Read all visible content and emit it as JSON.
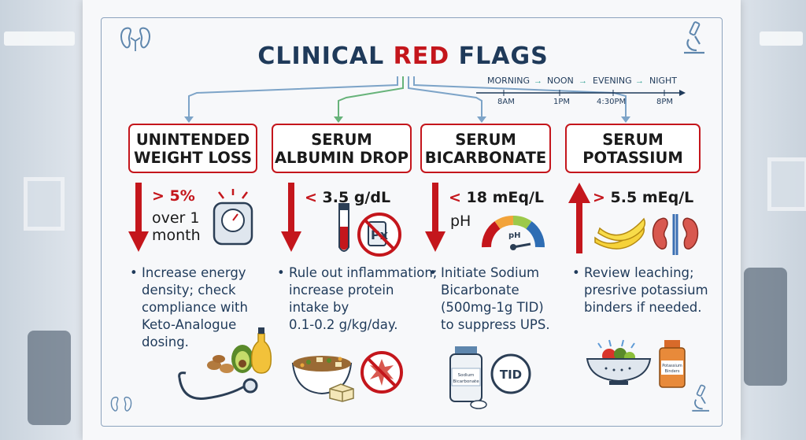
{
  "title": {
    "part1": "CLINICAL ",
    "highlight": "RED",
    "part2": " FLAGS"
  },
  "timeline": {
    "labels": [
      "MORNING",
      "NOON",
      "EVENING",
      "NIGHT"
    ],
    "times": [
      "8AM",
      "1PM",
      "4:30PM",
      "8PM"
    ],
    "arrow_glyph": "→"
  },
  "flags": [
    {
      "heading": "UNINTENDED\nWEIGHT LOSS",
      "direction": "down",
      "threshold_op": "> ",
      "threshold_val": "5%",
      "subtext": "over 1\nmonth",
      "action": "Increase energy\ndensity; check\ncompliance with\nKeto-Analogue\ndosing."
    },
    {
      "heading": "SERUM\nALBUMIN DROP",
      "direction": "down",
      "threshold_op": "< ",
      "threshold_val": "3.5 g/dL",
      "subtext": "",
      "action": "Rule out inflammation;\nincrease protein\nintake by\n0.1-0.2 g/kg/day."
    },
    {
      "heading": "SERUM\nBICARBONATE",
      "direction": "down",
      "threshold_op": "< ",
      "threshold_val": "18 mEq/L",
      "subtext": "pH",
      "action": "Initiate Sodium\nBicarbonate\n(500mg-1g TID)\nto suppress UPS."
    },
    {
      "heading": "SERUM\nPOTASSIUM",
      "direction": "up",
      "threshold_op": "> ",
      "threshold_val": "5.5 mEq/L",
      "subtext": "",
      "action": "Review leaching;\npresrive potassium\nbinders if needed."
    }
  ],
  "illustration_labels": {
    "scale_icon": "scale-icon",
    "ph_gauge_label": "pH",
    "no_med_label": "Px",
    "sodium_bottle": "Sodium\nBicarbonate",
    "tid_clock": "TID",
    "potassium_bottle": "Potassium\nBinders"
  },
  "colors": {
    "red": "#c4161c",
    "navy": "#1f3a5a",
    "teal": "#2a9d8f"
  }
}
